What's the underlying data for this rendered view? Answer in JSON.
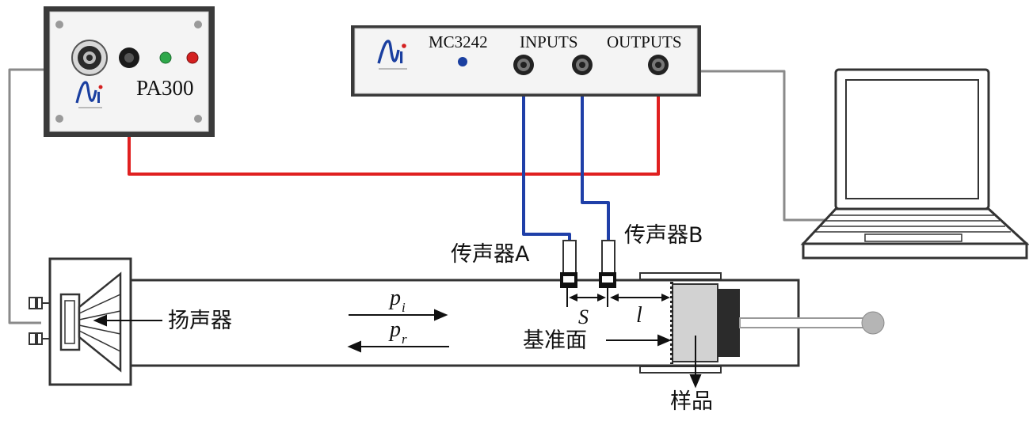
{
  "devices": {
    "amplifier_model": "PA300",
    "analyzer_model": "MC3242",
    "inputs_label": "INPUTS",
    "outputs_label": "OUTPUTS"
  },
  "labels": {
    "mic_a": "传声器A",
    "mic_b": "传声器B",
    "speaker": "扬声器",
    "reference_plane": "基准面",
    "sample": "样品",
    "spacing_s": "S",
    "distance_l": "l",
    "incident_p": "p",
    "incident_sub": "i",
    "reflected_p": "p",
    "reflected_sub": "r"
  },
  "colors": {
    "red_cable": "#e02020",
    "blue_cable": "#1f3fa8",
    "grey_cable": "#8a8a8a",
    "brand_blue": "#1a3fa0",
    "brand_red": "#d42020",
    "led_green": "#2ea84a",
    "led_red": "#d42020"
  },
  "icons": [
    "brand-logo-icon",
    "laptop-icon",
    "bnc-connector-icon",
    "loudspeaker-icon"
  ]
}
